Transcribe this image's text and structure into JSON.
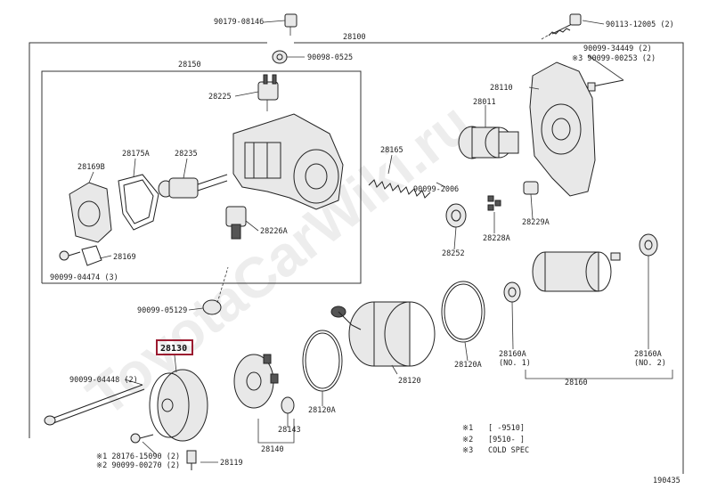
{
  "diagram_code": "190435",
  "watermark": "ToyotaCarWiki.ru",
  "highlight": {
    "part_number": "28130",
    "color": "#9b1b30"
  },
  "labels": {
    "p90179_08146": "90179-08146",
    "p28100": "28100",
    "p90113_12005": "90113-12005 (2)",
    "p28150": "28150",
    "p90098_0525": "90098-0525",
    "p90099_34449": "90099-34449 (2)",
    "p90099_00253": "※3 90099-00253 (2)",
    "p28225": "28225",
    "p28110": "28110",
    "p28011": "28011",
    "p28169B": "28169B",
    "p28175A": "28175A",
    "p28235": "28235",
    "p28165": "28165",
    "p90099_2006": "90099-2006",
    "p28228A": "28228A",
    "p28226A": "28226A",
    "p28229A": "28229A",
    "p28252": "28252",
    "p28169": "28169",
    "p90099_04474": "90099-04474 (3)",
    "p90099_05129": "90099-05129",
    "p28120A_top": "28120A",
    "p28160A_1": "28160A",
    "p28160A_1_note": "(NO. 1)",
    "p28160A_2": "28160A",
    "p28160A_2_note": "(NO. 2)",
    "p28120": "28120",
    "p28160": "28160",
    "p90099_04448": "90099-04448 (2)",
    "p28120A_bottom": "28120A",
    "p28143": "28143",
    "p28140": "28140",
    "p28176_15090": "※1 28176-15090 (2)",
    "p90099_00270": "※2 90099-00270 (2)",
    "p28119": "28119"
  },
  "legend": [
    {
      "mark": "※1",
      "text": "[ -9510]"
    },
    {
      "mark": "※2",
      "text": "[9510- ]"
    },
    {
      "mark": "※3",
      "text": "COLD SPEC"
    }
  ]
}
